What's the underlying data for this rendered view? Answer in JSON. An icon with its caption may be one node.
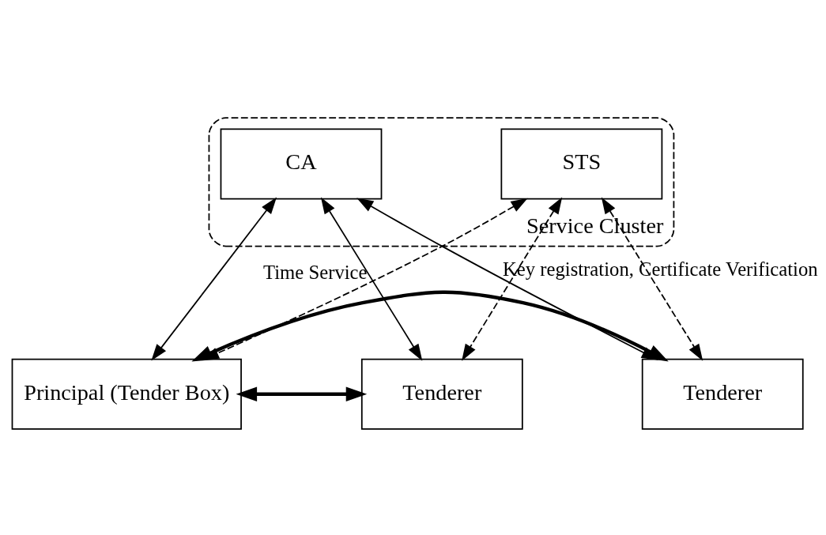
{
  "diagram": {
    "nodes": [
      {
        "text": [
          "Service Cluster"
        ]
      },
      {
        "text": [
          "STS"
        ],
        "in": 0
      },
      {
        "text": [
          "CA"
        ],
        "in": 0
      },
      {
        "text": [
          "Tenderer"
        ]
      },
      {
        "text": [
          "Principal (Tender Box)"
        ]
      },
      {
        "text": [
          "Tenderer"
        ]
      }
    ],
    "edges": [
      {
        "from": 1,
        "to": 4,
        "arrow": "both",
        "style": "dashed",
        "label": "Time Service"
      },
      {
        "from": 2,
        "to": 4,
        "arrow": "both"
      },
      {
        "from": 1,
        "to": 3,
        "arrow": "both",
        "style": "dashed"
      },
      {
        "from": 1,
        "to": 5,
        "arrow": "both",
        "style": "dashed"
      },
      {
        "from": 2,
        "to": 3,
        "arrow": "both",
        "label": "Key registration, Certificate Verification"
      },
      {
        "from": 2,
        "to": 5,
        "arrow": "both"
      },
      {
        "from": 4,
        "to": 3,
        "arrow": "both",
        "style": "thick"
      },
      {
        "from": 4,
        "to": 5,
        "arrow": "both",
        "style": "thick"
      }
    ]
  }
}
